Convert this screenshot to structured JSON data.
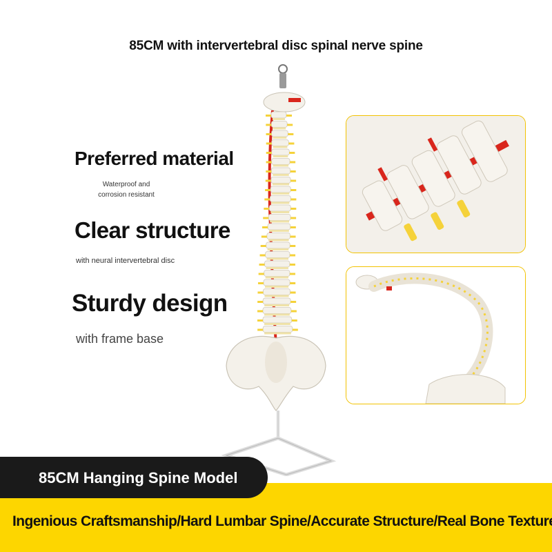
{
  "header": {
    "title": "85CM with intervertebral disc spinal nerve spine"
  },
  "features": [
    {
      "title": "Preferred material",
      "subtitle": "Waterproof and corrosion resistant"
    },
    {
      "title": "Clear structure",
      "subtitle": "with neural intervertebral disc"
    },
    {
      "title": "Sturdy design",
      "subtitle": "with frame base"
    }
  ],
  "banner": {
    "tag": "85CM Hanging Spine Model",
    "tagline": "Ingenious Craftsmanship/Hard Lumbar Spine/Accurate Structure/Real Bone Texture"
  },
  "colors": {
    "accent_yellow": "#fdd600",
    "tag_black": "#1a1a1a",
    "frame_border": "#f2c200",
    "bone": "#f4f1ea",
    "nerve_yellow": "#f5d23a",
    "artery_red": "#d9261c"
  }
}
